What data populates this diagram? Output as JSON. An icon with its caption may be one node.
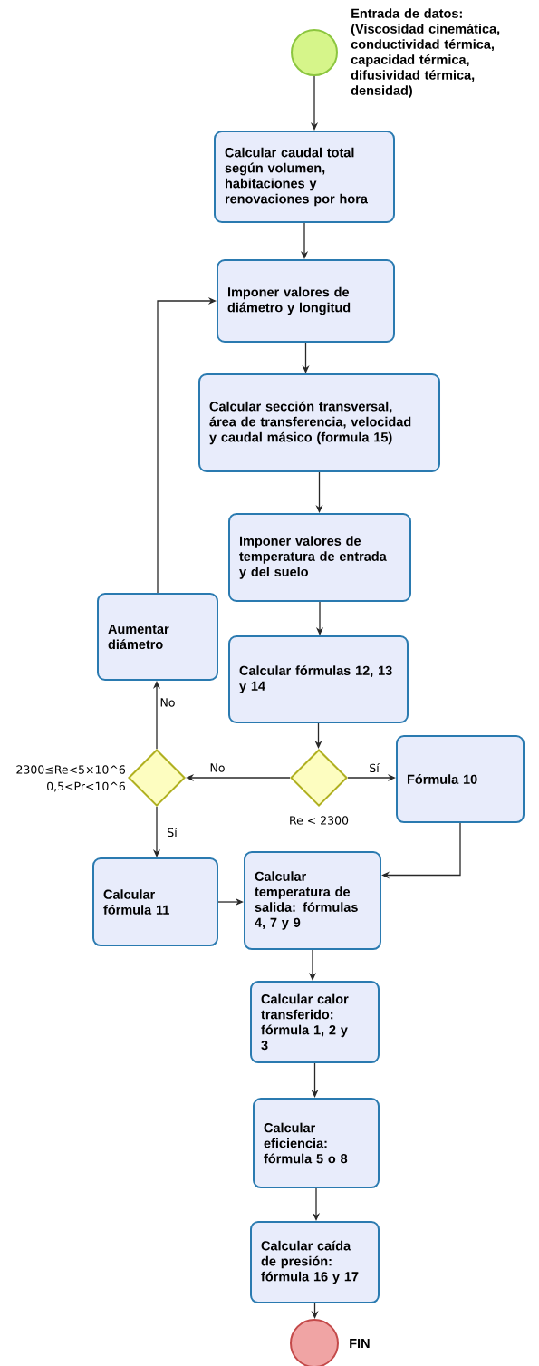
{
  "diagram": {
    "nodes": [
      {
        "text": [],
        "shape": "circle",
        "beside": [
          "Entrada de datos: (Viscosidad cinemática, conductividad térmica, capacidad térmica, difusividad térmica, densidad)"
        ]
      },
      {
        "text": [
          "Calcular caudal total según volumen, habitaciones y renovaciones por hora"
        ]
      },
      {
        "text": [
          "Imponer valores de diámetro y longitud"
        ]
      },
      {
        "text": [
          "Calcular sección transversal, área de transferencia, velocidad y caudal másico (formula 15)"
        ]
      },
      {
        "text": [
          "Imponer valores de temperatura de entrada y del suelo"
        ]
      },
      {
        "text": [
          "Calcular fórmulas 12, 13 y 14"
        ]
      },
      {
        "text": [],
        "shape": "diamond",
        "beside": [
          "Re < 2300"
        ]
      },
      {
        "text": [
          "Fórmula 10"
        ]
      },
      {
        "text": [
          "Aumentar diámetro"
        ]
      },
      {
        "text": [],
        "shape": "diamond",
        "beside": [
          "2300≤Re<5×10^6",
          "0,5<Pr<10^6"
        ]
      },
      {
        "text": [
          "Calcular fórmula 11"
        ]
      },
      {
        "text": [
          "Calcular temperatura de salida: fórmulas 4, 7 y 9"
        ]
      },
      {
        "text": [
          "Calcular calor transferido: fórmula 1, 2 y 3"
        ]
      },
      {
        "text": [
          "Calcular eficiencia: fórmula 5 o 8"
        ]
      },
      {
        "text": [
          "Calcular caída de presión: fórmula 16 y 17"
        ]
      },
      {
        "text": [],
        "shape": "circle",
        "beside": [
          "FIN"
        ]
      }
    ],
    "edges": [
      {
        "from": 0,
        "to": 1,
        "arrow": "to"
      },
      {
        "from": 1,
        "to": 2,
        "arrow": "to"
      },
      {
        "from": 2,
        "to": 3,
        "arrow": "to"
      },
      {
        "from": 3,
        "to": 4,
        "arrow": "to"
      },
      {
        "from": 4,
        "to": 5,
        "arrow": "to"
      },
      {
        "from": 5,
        "to": 6,
        "arrow": "to"
      },
      {
        "from": 6,
        "to": 7,
        "arrow": "to",
        "label": "Sí"
      },
      {
        "from": 6,
        "to": 9,
        "arrow": "to",
        "label": "No"
      },
      {
        "from": 9,
        "to": 8,
        "arrow": "to",
        "label": "No"
      },
      {
        "from": 8,
        "to": 2,
        "arrow": "to"
      },
      {
        "from": 9,
        "to": 10,
        "arrow": "to",
        "label": "Sí"
      },
      {
        "from": 10,
        "to": 11,
        "arrow": "to"
      },
      {
        "from": 7,
        "to": 11,
        "arrow": "to"
      },
      {
        "from": 11,
        "to": 12,
        "arrow": "to"
      },
      {
        "from": 12,
        "to": 13,
        "arrow": "to"
      },
      {
        "from": 13,
        "to": 14,
        "arrow": "to"
      },
      {
        "from": 14,
        "to": 15,
        "arrow": "to"
      }
    ]
  }
}
